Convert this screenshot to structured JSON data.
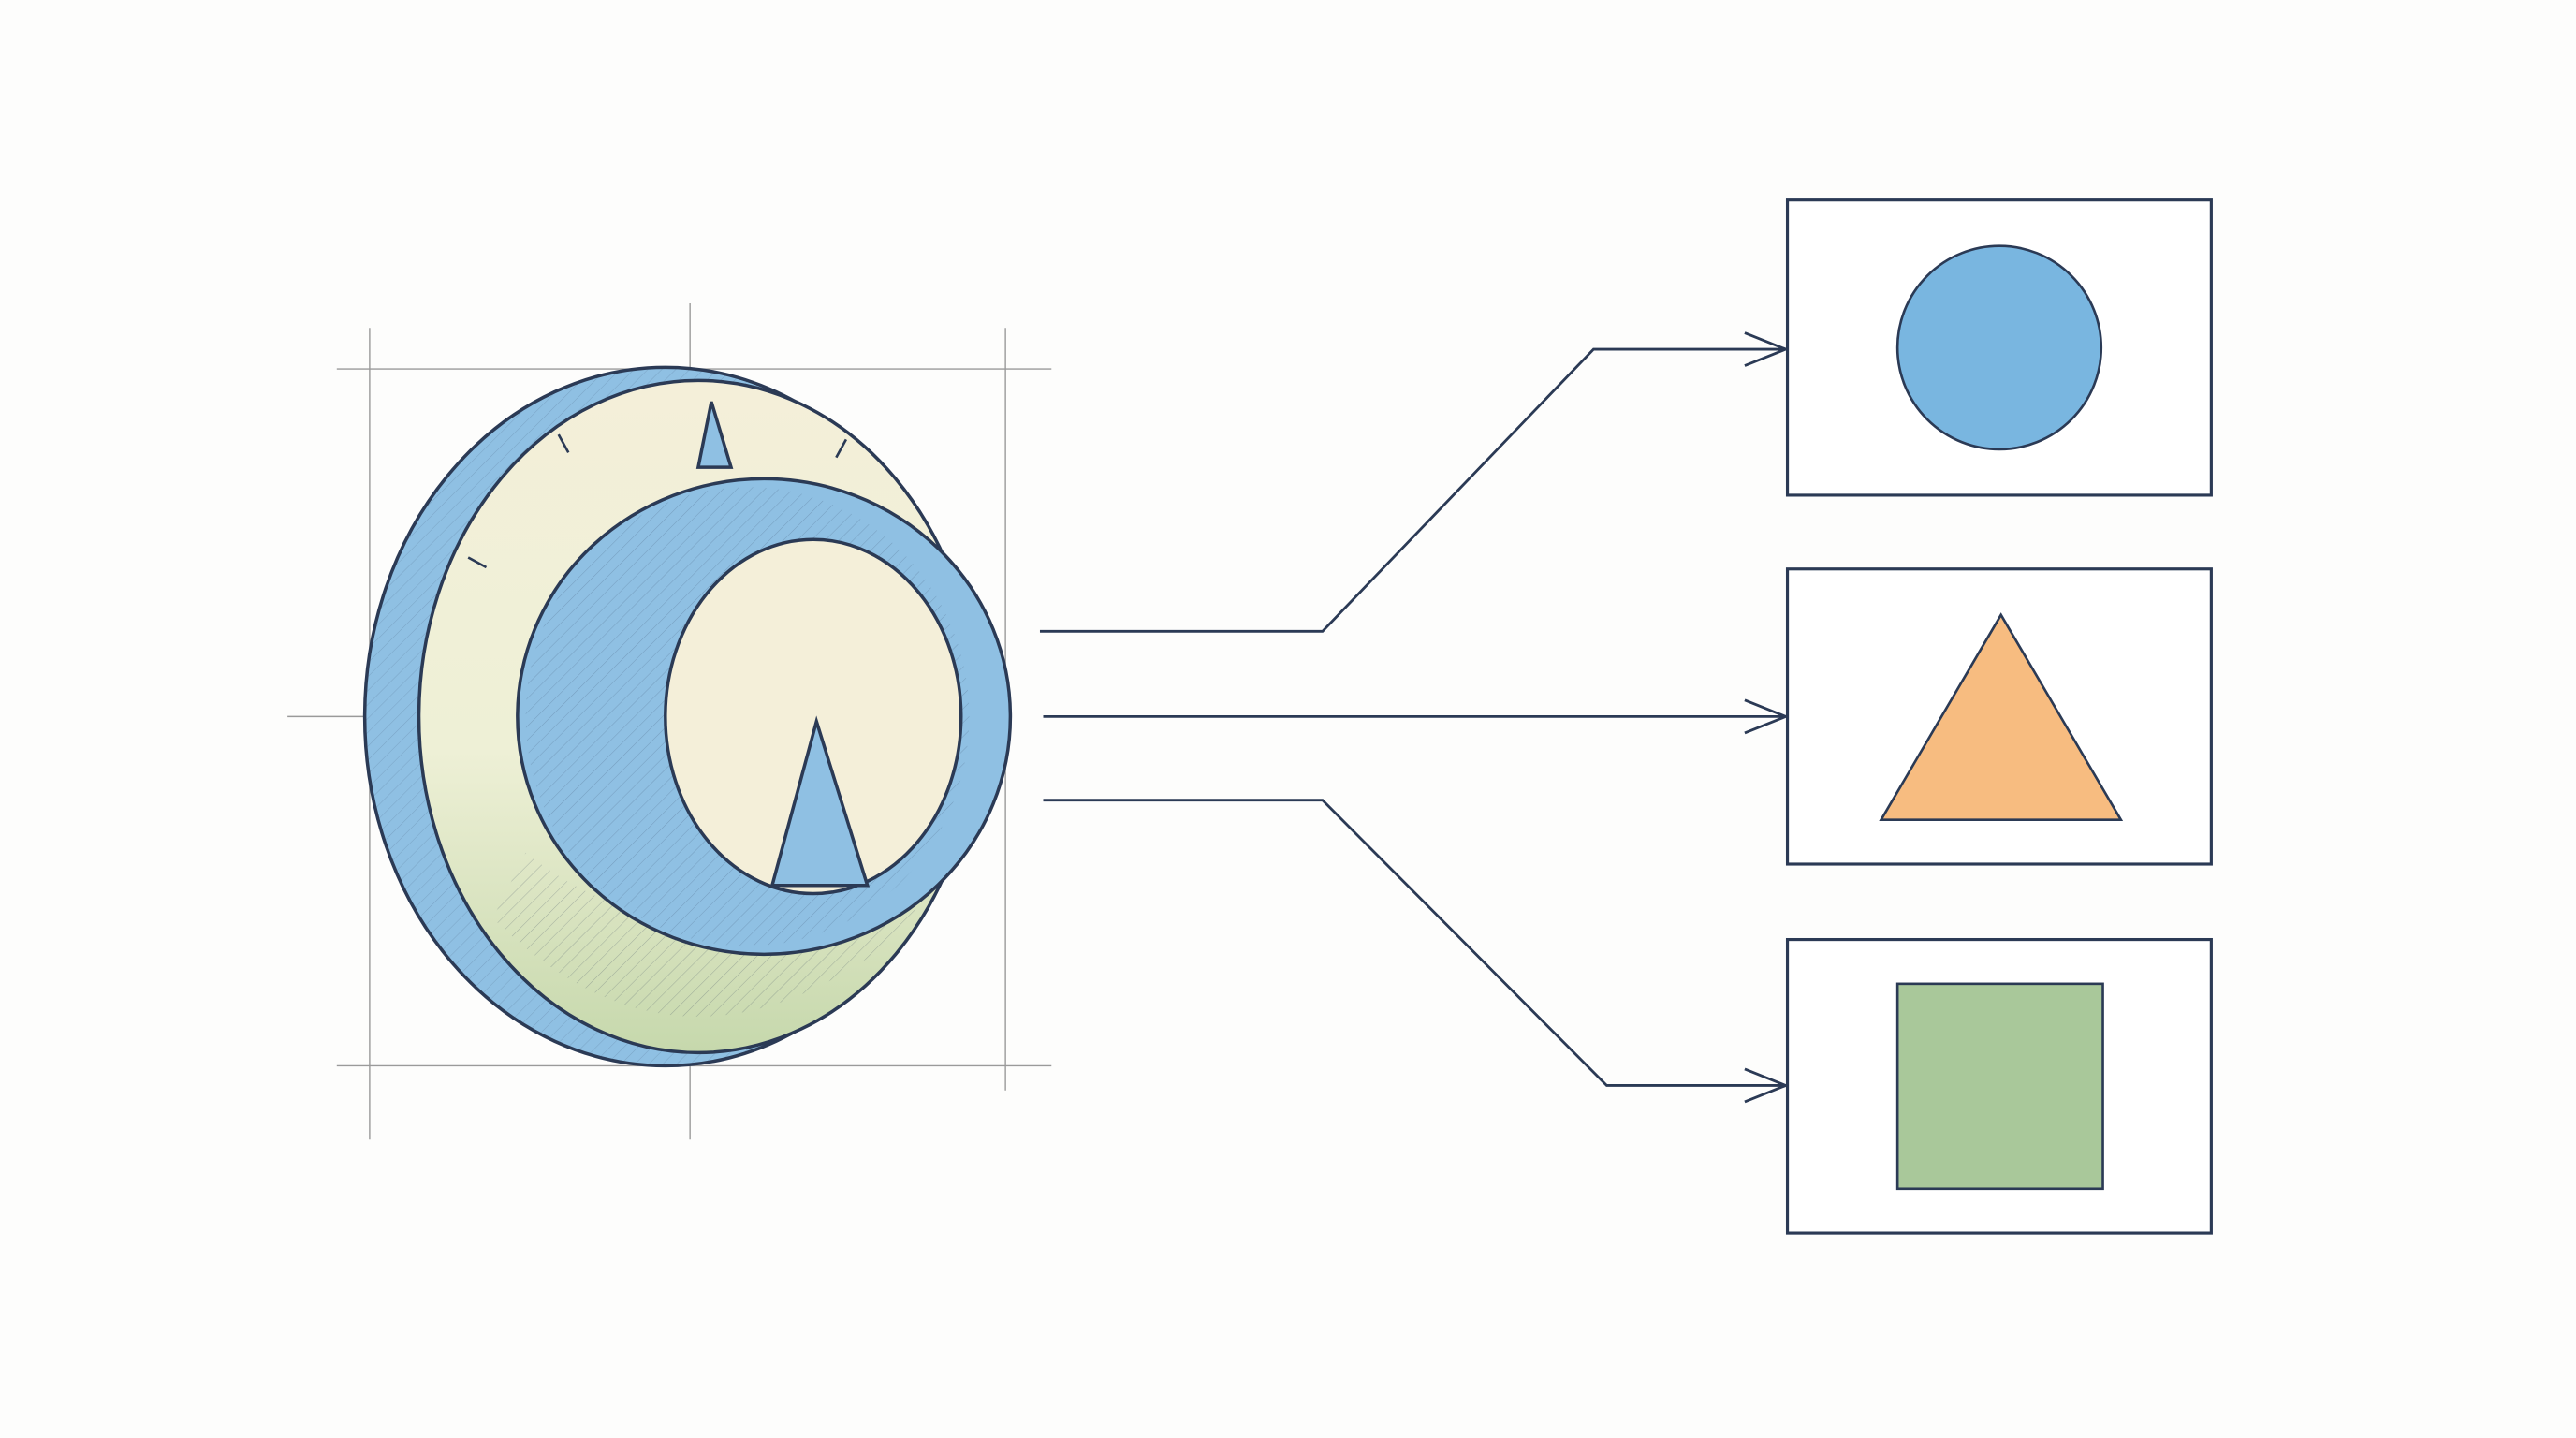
{
  "diagram": {
    "source": {
      "kind": "rotary-knob-dial"
    },
    "targets": [
      {
        "shape": "circle",
        "fill": "#79b6e0"
      },
      {
        "shape": "triangle",
        "fill": "#f7bc80"
      },
      {
        "shape": "square",
        "fill": "#a9c89a"
      }
    ],
    "colors": {
      "ink": "#2b3a55",
      "knob_blue": "#8fc0e3",
      "knob_face": "#f4efd9",
      "knob_green": "#c6d8ac",
      "guide": "#9a9a9a",
      "background": "#fdfdfc"
    }
  }
}
